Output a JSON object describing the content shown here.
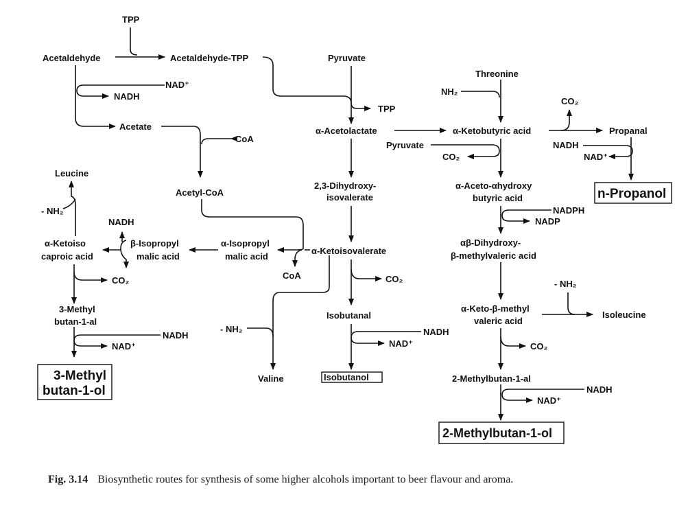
{
  "labels": {
    "tpp_top": "TPP",
    "acetaldehyde": "Acetaldehyde",
    "acetaldehyde_tpp": "Acetaldehyde-TPP",
    "pyruvate": "Pyruvate",
    "threonine": "Threonine",
    "nad_plus_1": "NAD⁺",
    "nadh_1": "NADH",
    "nh2_threonine": "NH₂",
    "tpp_2": "TPP",
    "co2_propanal": "CO₂",
    "acetate": "Acetate",
    "coa_1": "CoA",
    "a_acetolactate": "α-Acetolactate",
    "a_ketobutyric": "α-Ketobutyric acid",
    "propanal": "Propanal",
    "pyruvate_2": "Pyruvate",
    "co2_ketobutyric": "CO₂",
    "nadh_propanal": "NADH",
    "nad_propanal": "NAD⁺",
    "leucine": "Leucine",
    "acetyl_coa": "Acetyl-CoA",
    "dihydroxy_1": "2,3-Dihydroxy-",
    "dihydroxy_2": "isovalerate",
    "aceto_hydroxy_1": "α-Aceto-αhydroxy",
    "aceto_hydroxy_2": "butyric acid",
    "n_propanol": "n-Propanol",
    "minus_nh2_1": "- NH₂",
    "nadph": "NADPH",
    "nadp": "NADP",
    "nadh_2": "NADH",
    "ketoiso_1": "α-Ketoiso",
    "ketoiso_2": "caproic acid",
    "b_isopropyl_1": "β-Isopropyl",
    "b_isopropyl_2": "malic acid",
    "a_isopropyl_1": "α-Isopropyl",
    "a_isopropyl_2": "malic acid",
    "a_ketoisovalerate": "α-Ketoisovalerate",
    "ab_dihydroxy_1": "αβ-Dihydroxy-",
    "ab_dihydroxy_2": "β-methylvaleric acid",
    "coa_2": "CoA",
    "co2_1": "CO₂",
    "co2_2": "CO₂",
    "minus_nh2_2": "- NH₂",
    "methyl_butanal_1": "3-Methyl",
    "methyl_butanal_2": "butan-1-al",
    "minus_nh2_3": "- NH₂",
    "isobutanal": "Isobutanal",
    "keto_methyl_1": "α-Keto-β-methyl",
    "keto_methyl_2": "valeric acid",
    "isoleucine": "Isoleucine",
    "nadh_3": "NADH",
    "nadh_4": "NADH",
    "nad_plus_3": "NAD⁺",
    "nad_plus_4": "NAD⁺",
    "co2_3": "CO₂",
    "methyl_butanol_1": "3-Methyl",
    "methyl_butanol_2": "butan-1-ol",
    "valine": "Valine",
    "isobutanol": "Isobutanol",
    "methylbutanal_2": "2-Methylbutan-1-al",
    "nadh_5": "NADH",
    "nad_plus_5": "NAD⁺",
    "methylbutanol_2": "2-Methylbutan-1-ol"
  },
  "caption": {
    "fig_number": "Fig. 3.14",
    "text": "Biosynthetic routes for synthesis of some higher alcohols important to beer flavour and aroma."
  }
}
